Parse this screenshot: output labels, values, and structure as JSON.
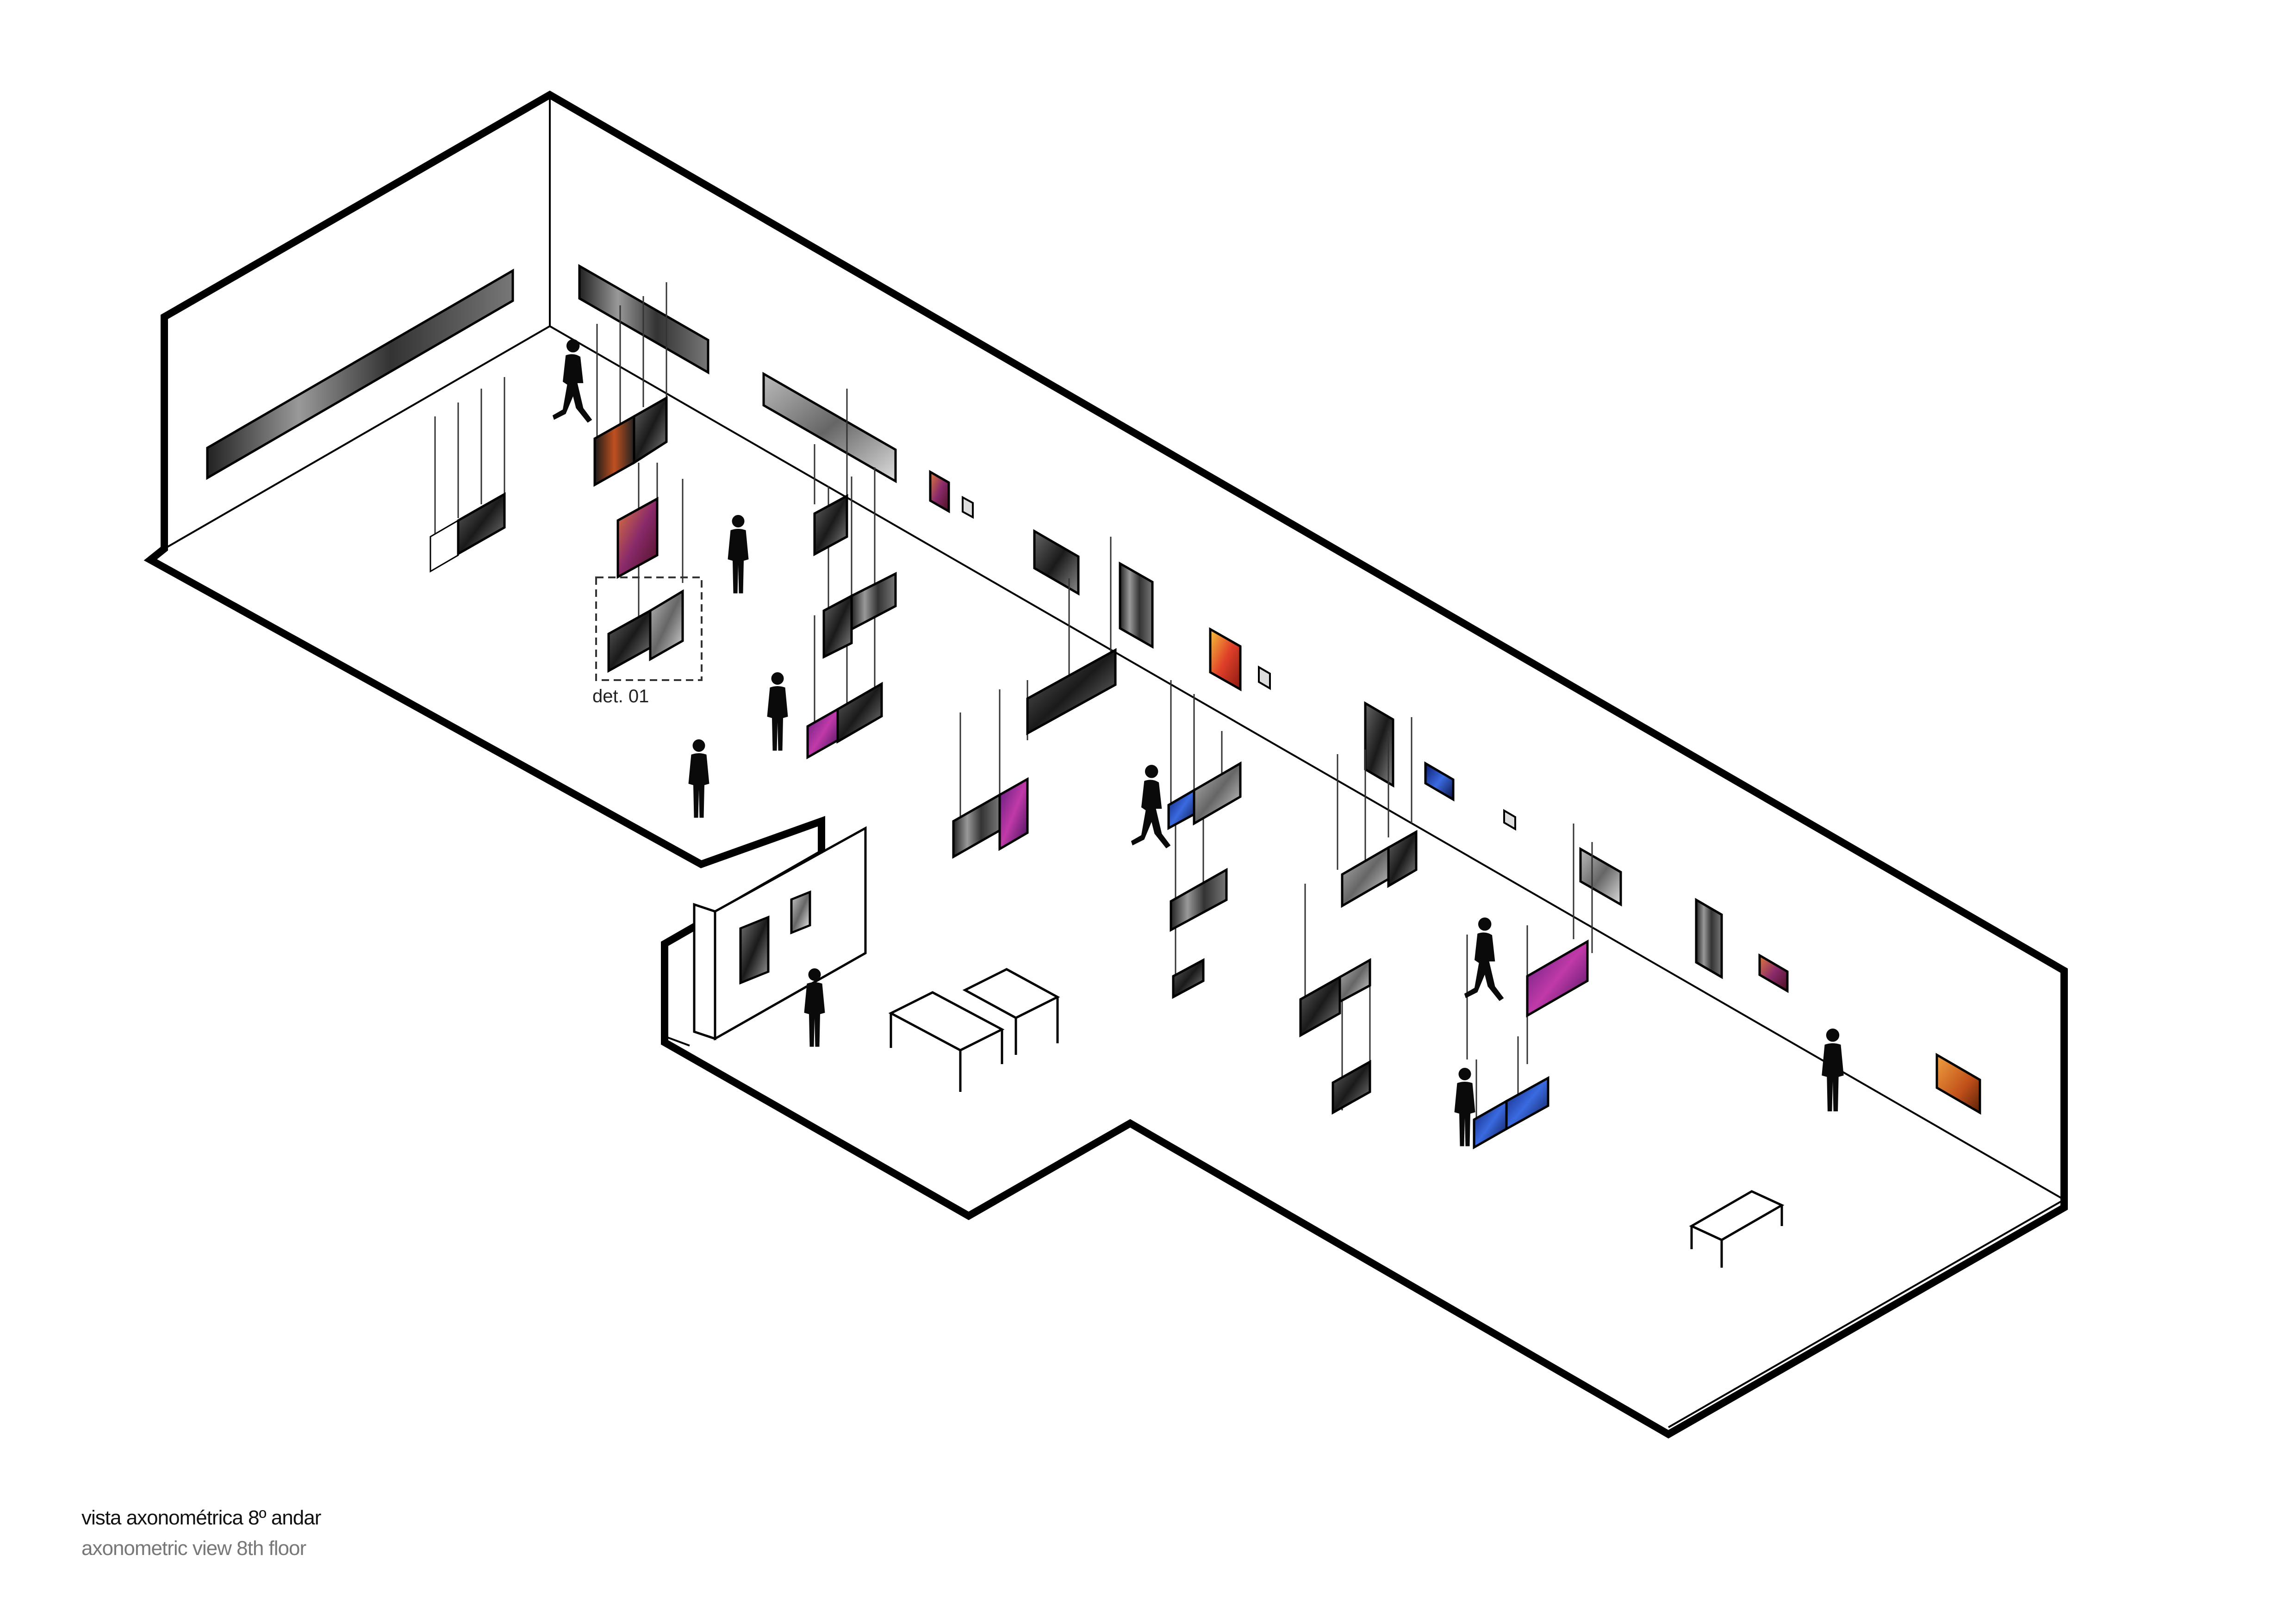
{
  "caption": {
    "portuguese": "vista axonométrica 8º andar",
    "english": "axonometric view 8th floor"
  },
  "detail": {
    "label": "det. 01"
  },
  "colors": {
    "outline": "#000000",
    "thin_line": "#333333",
    "figure": "#0a0a0a",
    "caption_primary": "#111111",
    "caption_secondary": "#777777"
  }
}
